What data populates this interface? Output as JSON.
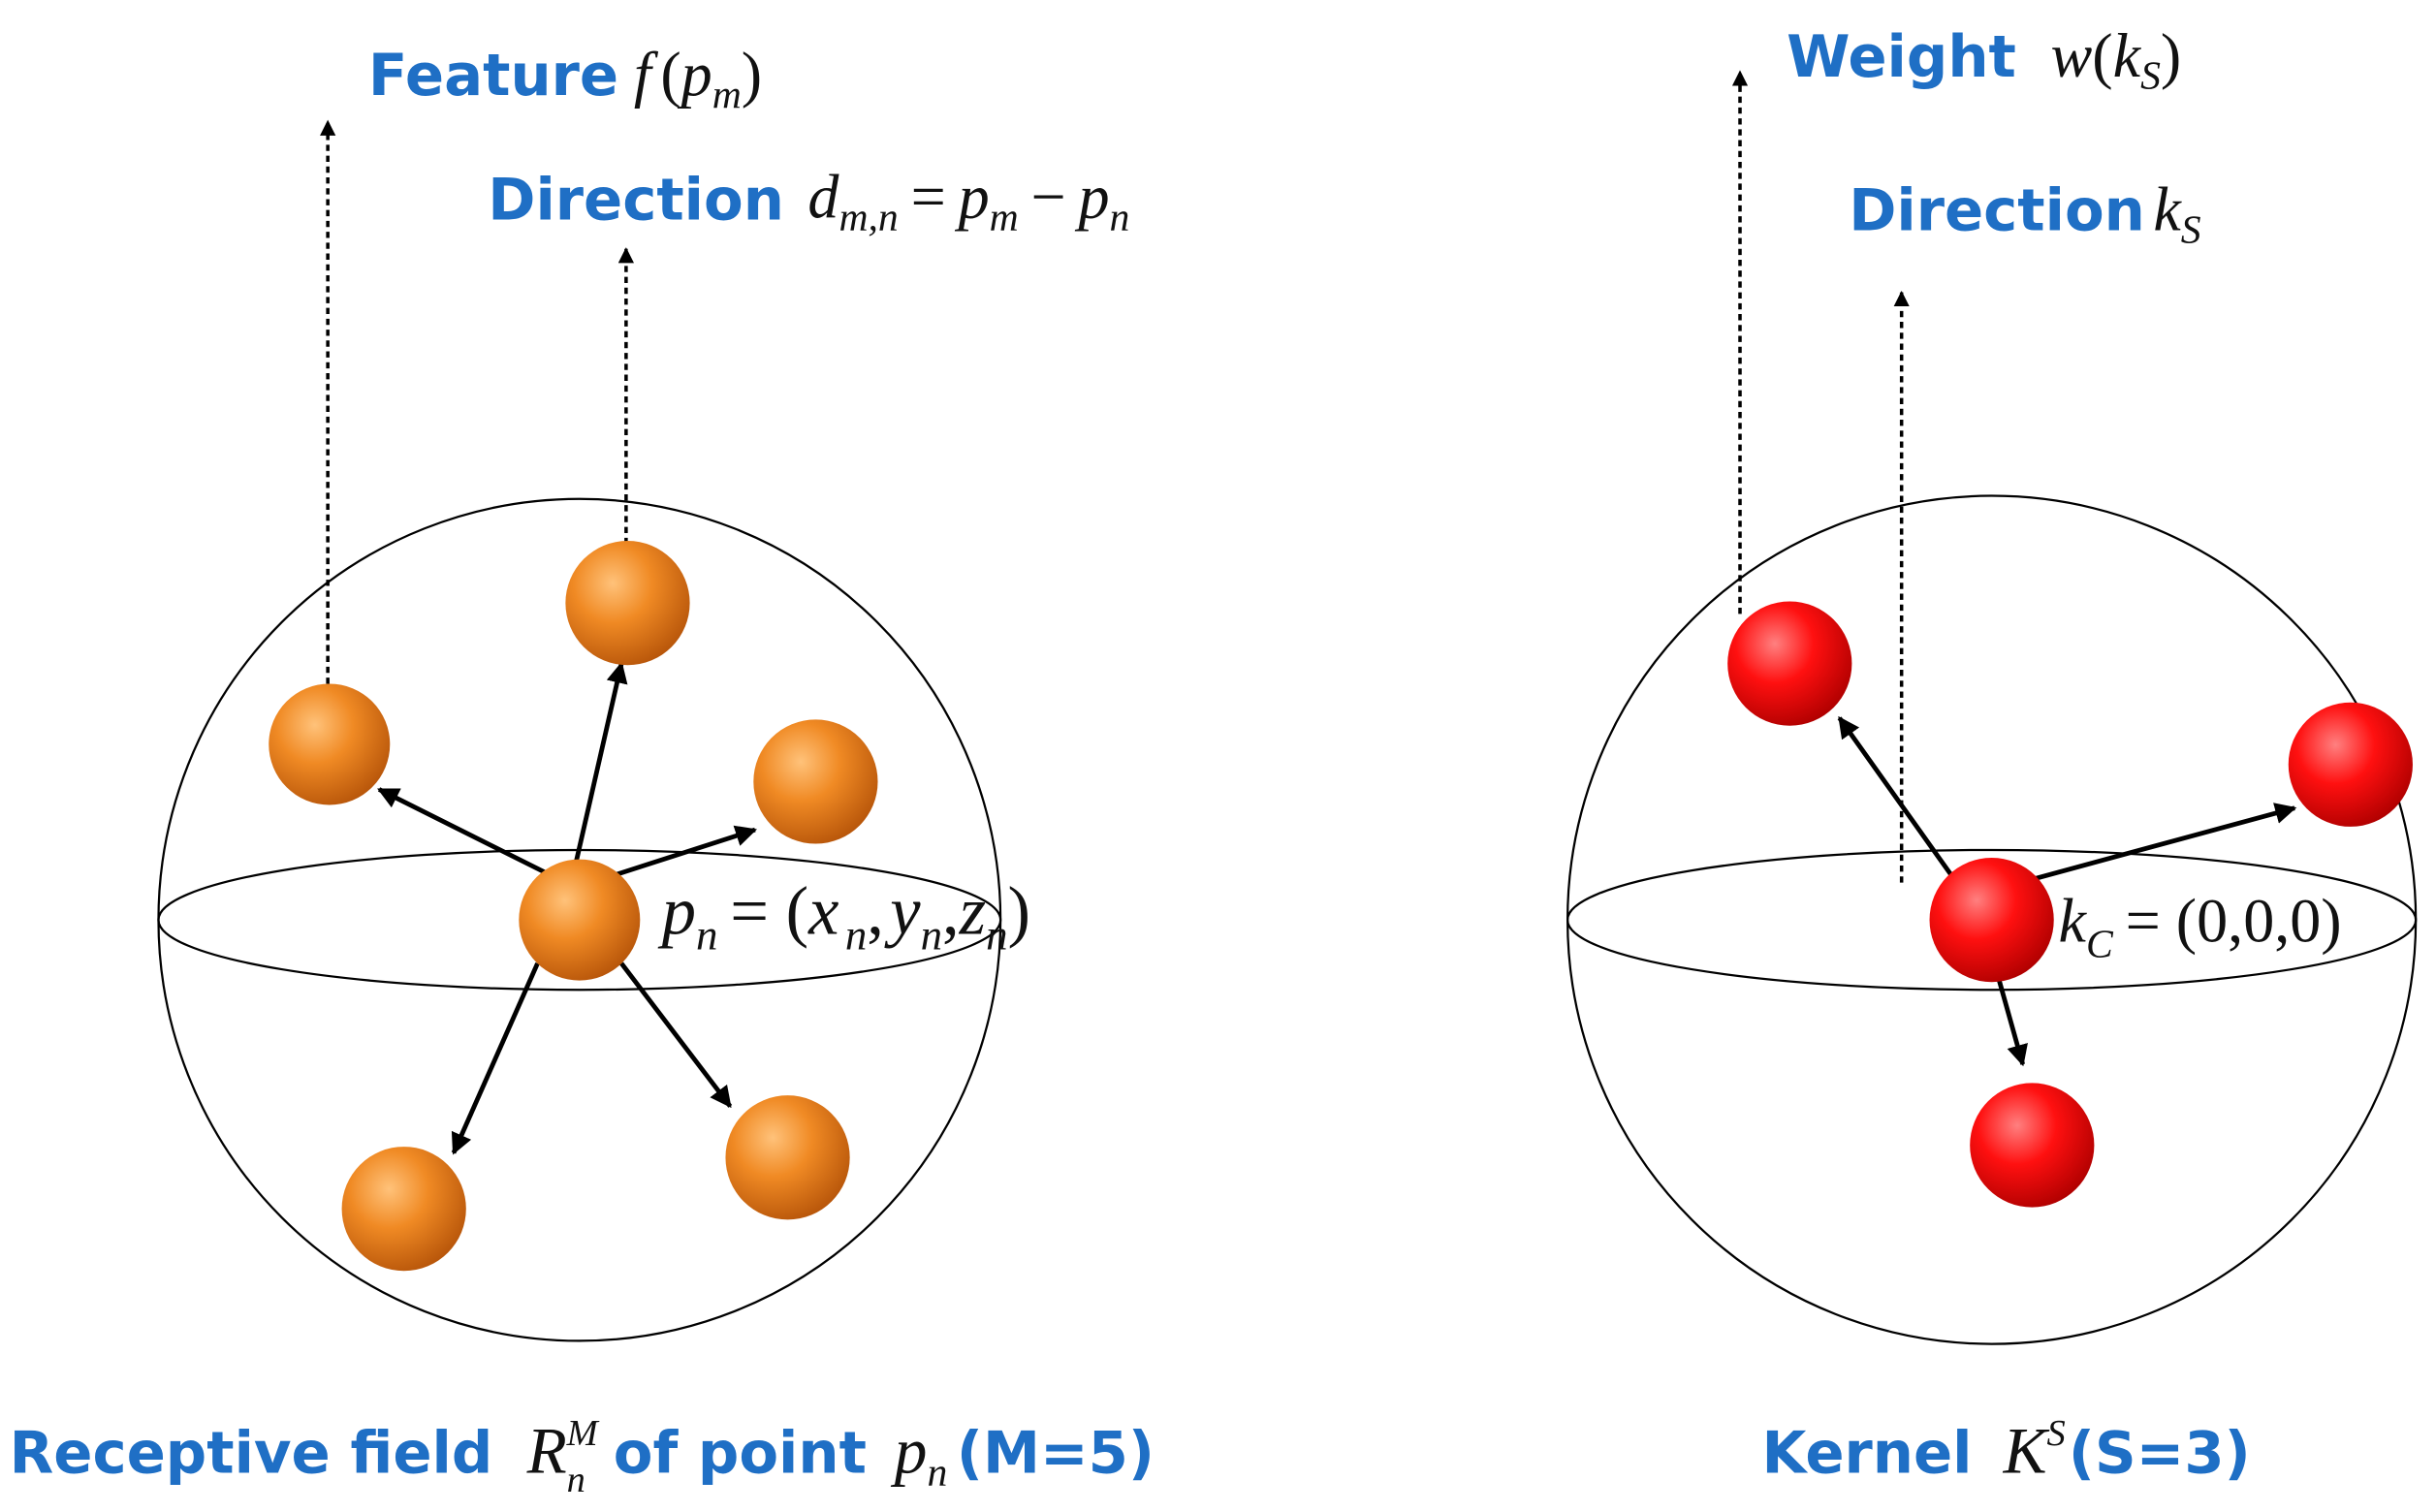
{
  "colors": {
    "label_blue": "#1f6fc5",
    "neighbor_point": "#f08a24",
    "kernel_point": "#ff1010",
    "outline": "#000000"
  },
  "left": {
    "feature_label": "Feature",
    "feature_expr": {
      "f": "f",
      "open": "(",
      "p": "p",
      "sub_m": "m",
      "close": ")"
    },
    "direction_label": "Direction",
    "direction_expr": {
      "d": "d",
      "sub_mn": "m,n",
      "eq": "=",
      "p1": "p",
      "sub1": "m",
      "minus": "−",
      "p2": "p",
      "sub2": "n"
    },
    "center_expr": {
      "p": "p",
      "sub_n": "n",
      "eq": "= (",
      "x": "x",
      "sub_x": "n",
      "c1": ",",
      "y": "y",
      "sub_y": "n",
      "c2": ",",
      "z": "z",
      "sub_z": "n",
      "close": ")"
    },
    "caption": {
      "part1": "Receptive field",
      "R": "R",
      "sup_M": "M",
      "sub_n": "n",
      "part2": "of point",
      "p": "p",
      "sub_n2": "n",
      "part3": "(M=5)"
    }
  },
  "right": {
    "weight_label": "Weight",
    "weight_expr": {
      "w": "w",
      "open": "(",
      "k": "k",
      "sub_S": "S",
      "close": ")"
    },
    "direction_label": "Direction",
    "direction_expr": {
      "k": "k",
      "sub_S": "S"
    },
    "center_expr": {
      "k": "k",
      "sub_C": "C",
      "eq": "= (0,0,0)"
    },
    "caption": {
      "part1": "Kernel",
      "K": "K",
      "sup_S": "S",
      "part2": "(S=3)"
    }
  }
}
